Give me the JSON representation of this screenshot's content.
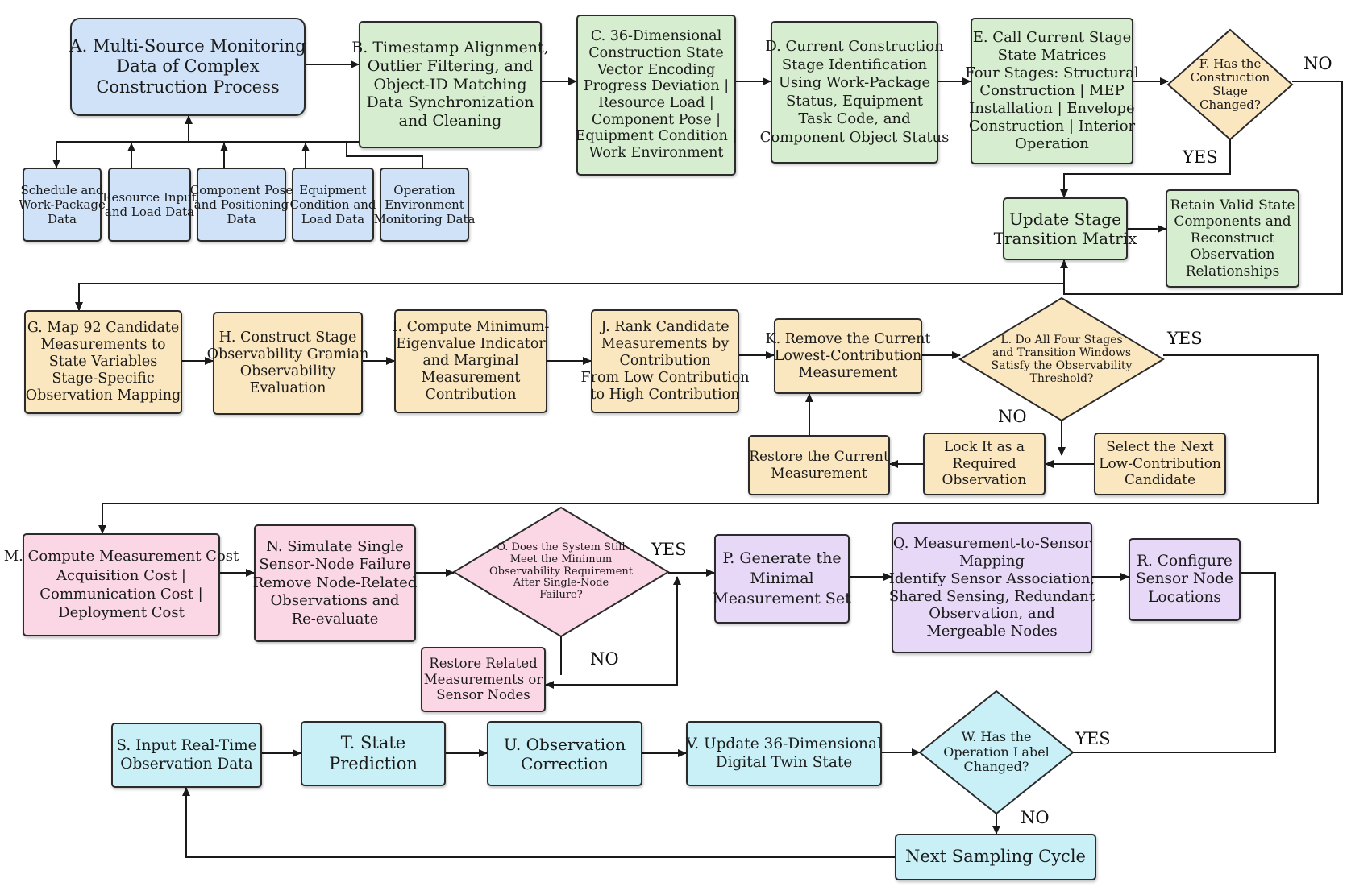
{
  "palette": {
    "line": "#1a1a1a",
    "blue": "#cfe2f7",
    "green": "#d6eecf",
    "orange": "#fbe7bf",
    "pink": "#fbd7e6",
    "purple": "#e6d8f6",
    "cyan": "#c8f0f6"
  },
  "nodes": {
    "a": [
      "A. Multi-Source Monitoring",
      "Data of Complex",
      "Construction Process"
    ],
    "a1": [
      "Schedule and",
      "Work-Package",
      "Data"
    ],
    "a2": [
      "Resource Input",
      "and Load Data"
    ],
    "a3": [
      "Component Pose",
      "and Positioning",
      "Data"
    ],
    "a4": [
      "Equipment",
      "Condition and",
      "Load Data"
    ],
    "a5": [
      "Operation",
      "Environment",
      "Monitoring Data"
    ],
    "b": [
      "B. Timestamp Alignment,",
      "Outlier Filtering, and",
      "Object-ID Matching",
      "Data Synchronization",
      "and Cleaning"
    ],
    "c": [
      "C. 36-Dimensional",
      "Construction State",
      "Vector Encoding",
      "Progress Deviation |",
      "Resource Load |",
      "Component Pose |",
      "Equipment Condition |",
      "Work Environment"
    ],
    "d": [
      "D. Current Construction",
      "Stage Identification",
      "Using Work-Package",
      "Status, Equipment",
      "Task Code, and",
      "Component Object Status"
    ],
    "e": [
      "E. Call Current Stage",
      "State Matrices",
      "Four Stages: Structural",
      "Construction | MEP",
      "Installation | Envelope",
      "Construction | Interior",
      "Operation"
    ],
    "f": [
      "F. Has the",
      "Construction",
      "Stage",
      "Changed?"
    ],
    "upd": [
      "Update Stage",
      "Transition Matrix"
    ],
    "ret": [
      "Retain Valid State",
      "Components and",
      "Reconstruct",
      "Observation",
      "Relationships"
    ],
    "g": [
      "G. Map 92 Candidate",
      "Measurements to",
      "State Variables",
      "Stage-Specific",
      "Observation Mapping"
    ],
    "h": [
      "H. Construct Stage",
      "Observability Gramian",
      "Observability",
      "Evaluation"
    ],
    "i": [
      "I. Compute Minimum-",
      "Eigenvalue Indicator",
      "and Marginal",
      "Measurement",
      "Contribution"
    ],
    "j": [
      "J. Rank Candidate",
      "Measurements by",
      "Contribution",
      "From Low Contribution",
      "to High Contribution"
    ],
    "k": [
      "K. Remove the Current",
      "Lowest-Contribution",
      "Measurement"
    ],
    "l": [
      "L. Do All Four Stages",
      "and Transition Windows",
      "Satisfy the Observability",
      "Threshold?"
    ],
    "rest": [
      "Restore the Current",
      "Measurement"
    ],
    "lock": [
      "Lock It as a",
      "Required",
      "Observation"
    ],
    "sel": [
      "Select the Next",
      "Low-Contribution",
      "Candidate"
    ],
    "m": [
      "M. Compute Measurement Cost",
      "Acquisition Cost |",
      "Communication Cost |",
      "Deployment Cost"
    ],
    "n": [
      "N. Simulate Single",
      "Sensor-Node Failure",
      "Remove Node-Related",
      "Observations and",
      "Re-evaluate"
    ],
    "o": [
      "O. Does the System Still",
      "Meet the Minimum",
      "Observability Requirement",
      "After Single-Node",
      "Failure?"
    ],
    "restrel": [
      "Restore Related",
      "Measurements or",
      "Sensor Nodes"
    ],
    "p": [
      "P. Generate the",
      "Minimal",
      "Measurement Set"
    ],
    "q": [
      "Q. Measurement-to-Sensor",
      "Mapping",
      "Identify Sensor Association,",
      "Shared Sensing, Redundant",
      "Observation, and",
      "Mergeable Nodes"
    ],
    "r": [
      "R. Configure",
      "Sensor Node",
      "Locations"
    ],
    "s": [
      "S. Input Real-Time",
      "Observation Data"
    ],
    "t": [
      "T. State",
      "Prediction"
    ],
    "u": [
      "U. Observation",
      "Correction"
    ],
    "v": [
      "V. Update 36-Dimensional",
      "Digital Twin State"
    ],
    "w": [
      "W. Has the",
      "Operation Label",
      "Changed?"
    ],
    "next": [
      "Next Sampling Cycle"
    ]
  },
  "labels": {
    "f_no": "NO",
    "f_yes": "YES",
    "l_yes": "YES",
    "l_no": "NO",
    "o_yes": "YES",
    "o_no": "NO",
    "w_yes": "YES",
    "w_no": "NO"
  }
}
